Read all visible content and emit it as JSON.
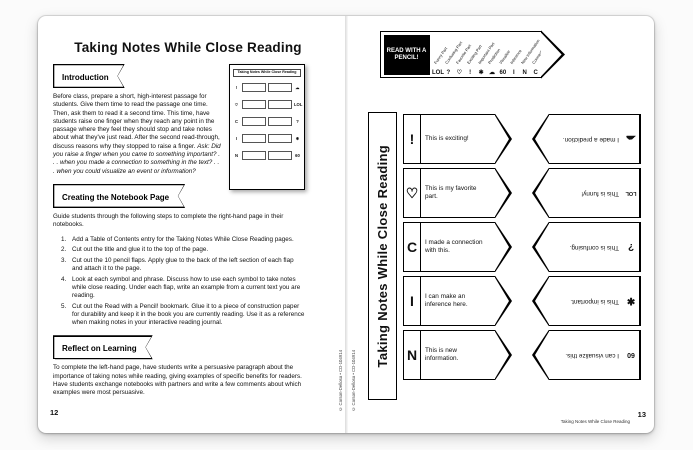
{
  "book": {
    "left_page": {
      "title": "Taking Notes While Close Reading",
      "page_number": "12",
      "copyright": "© Carson-Dellosa • CD-104914",
      "thumbnail_title": "Taking Notes While Close Reading",
      "intro": {
        "heading": "Introduction",
        "body": "Before class, prepare a short, high-interest passage for students. Give them time to read the passage one time. Then, ask them to read it a second time. This time, have students raise one finger when they reach any point in the passage where they feel they should stop and take notes about what they've just read. After the second read-through, discuss reasons why they stopped to raise a finger.",
        "ask": "Ask: Did you raise a finger when you came to something important? . . . when you made a connection to something in the text? . . . when you could visualize an event or information?"
      },
      "creating": {
        "heading": "Creating the Notebook Page",
        "intro": "Guide students through the following steps to complete the right-hand page in their notebooks.",
        "steps": [
          {
            "num": "1.",
            "text": "Add a Table of Contents entry for the Taking Notes While Close Reading pages."
          },
          {
            "num": "2.",
            "text": "Cut out the title and glue it to the top of the page."
          },
          {
            "num": "3.",
            "text": "Cut out the 10 pencil flaps. Apply glue to the back of the left section of each flap and attach it to the page."
          },
          {
            "num": "4.",
            "text": "Look at each symbol and phrase. Discuss how to use each symbol to take notes while close reading. Under each flap, write an example from a current text you are reading."
          },
          {
            "num": "5.",
            "text": "Cut out the Read with a Pencil! bookmark. Glue it to a piece of construction paper for durability and keep it in the book you are currently reading. Use it as a reference when making notes in your interactive reading journal."
          }
        ]
      },
      "reflect": {
        "heading": "Reflect on Learning",
        "body": "To complete the left-hand page, have students write a persuasive paragraph about the importance of taking notes while reading, giving examples of specific benefits for readers. Have students exchange notebooks with partners and write a few comments about which examples were most persuasive."
      }
    },
    "right_page": {
      "page_number": "13",
      "footer": "Taking Notes While Close Reading",
      "copyright": "© Carson-Dellosa • CD-104914",
      "vertical_title": "Taking Notes While Close Reading",
      "bookmark": {
        "header": "READ WITH A PENCIL!",
        "items": [
          {
            "symbol": "LOL",
            "label": "Funny Part"
          },
          {
            "symbol": "?",
            "label": "Confusing Part"
          },
          {
            "symbol": "♡",
            "label": "Favorite Part"
          },
          {
            "symbol": "!",
            "label": "Exciting Part"
          },
          {
            "symbol": "✱",
            "label": "Important Part"
          },
          {
            "symbol": "☁",
            "label": "Prediction"
          },
          {
            "symbol": "60",
            "label": "Visualize"
          },
          {
            "symbol": "I",
            "label": "Inference"
          },
          {
            "symbol": "N",
            "label": "New Information"
          },
          {
            "symbol": "C",
            "label": "Connection"
          }
        ]
      },
      "left_flaps": [
        {
          "symbol": "!",
          "text": "This is exciting!"
        },
        {
          "symbol": "♡",
          "text": "This is my favorite part."
        },
        {
          "symbol": "C",
          "text": "I made a connection with this."
        },
        {
          "symbol": "I",
          "text": "I can make an inference here."
        },
        {
          "symbol": "N",
          "text": "This is new information."
        }
      ],
      "right_flaps": [
        {
          "symbol": "☁",
          "text": "I made a prediction."
        },
        {
          "symbol": "LOL",
          "text": "This is funny!"
        },
        {
          "symbol": "?",
          "text": "This is confusing."
        },
        {
          "symbol": "✱",
          "text": "This is important."
        },
        {
          "symbol": "60",
          "text": "I can visualize this."
        }
      ]
    }
  }
}
